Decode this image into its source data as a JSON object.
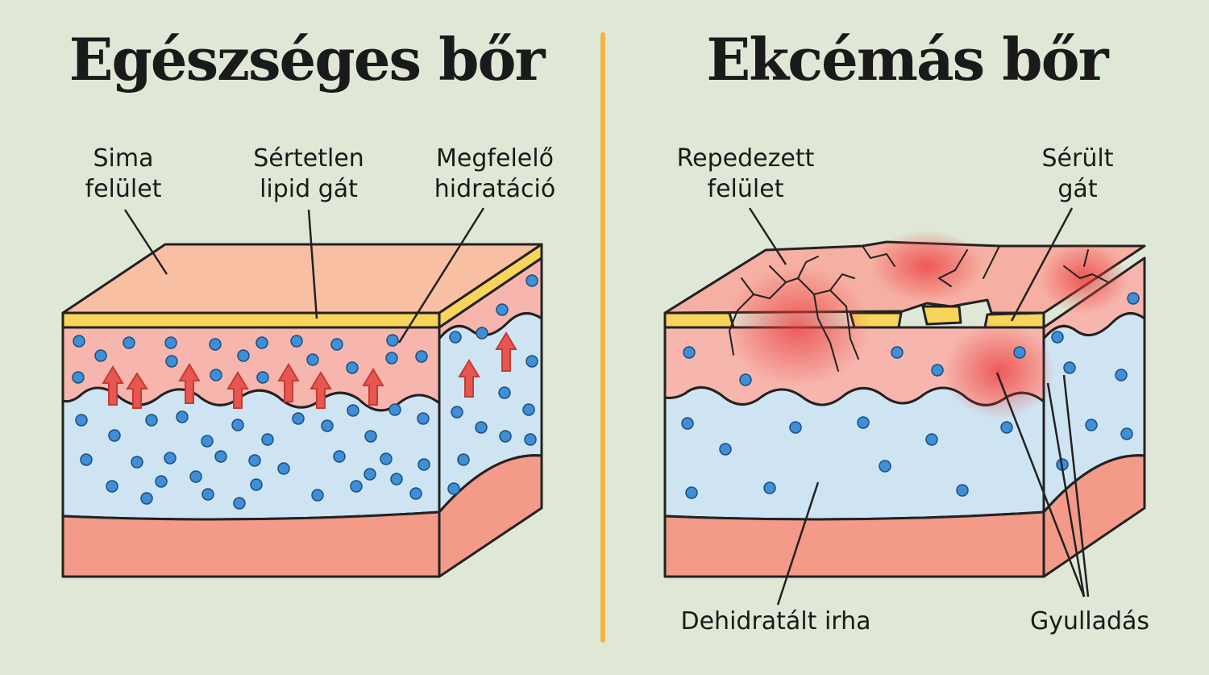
{
  "left_panel": {
    "title": "Egészséges bőr",
    "labels": {
      "smooth_surface": [
        "Sima",
        "felület"
      ],
      "intact_lipid_barrier": [
        "Sértetlen",
        "lipid gát"
      ],
      "proper_hydration": [
        "Megfelelő",
        "hidratáció"
      ]
    }
  },
  "right_panel": {
    "title": "Ekcémás bőr",
    "labels": {
      "cracked_surface": [
        "Repedezett",
        "felület"
      ],
      "damaged_barrier": [
        "Sérült",
        "gát"
      ],
      "dehydrated_dermis": "Dehidratált irha",
      "inflammation": "Gyulladás"
    }
  },
  "colors": {
    "background": "#dfe8d6",
    "divider": "#f2b443",
    "skin_top": "#f9bfa3",
    "epidermis": "#f6b6ae",
    "lipid_barrier": "#f7d45a",
    "dermis": "#cfe4f2",
    "hypodermis": "#f39a88",
    "water_dot": "#3c8fd8",
    "hydration_arrow": "#e8574f",
    "inflammation": "#ea3b3b",
    "outline": "#222222"
  }
}
